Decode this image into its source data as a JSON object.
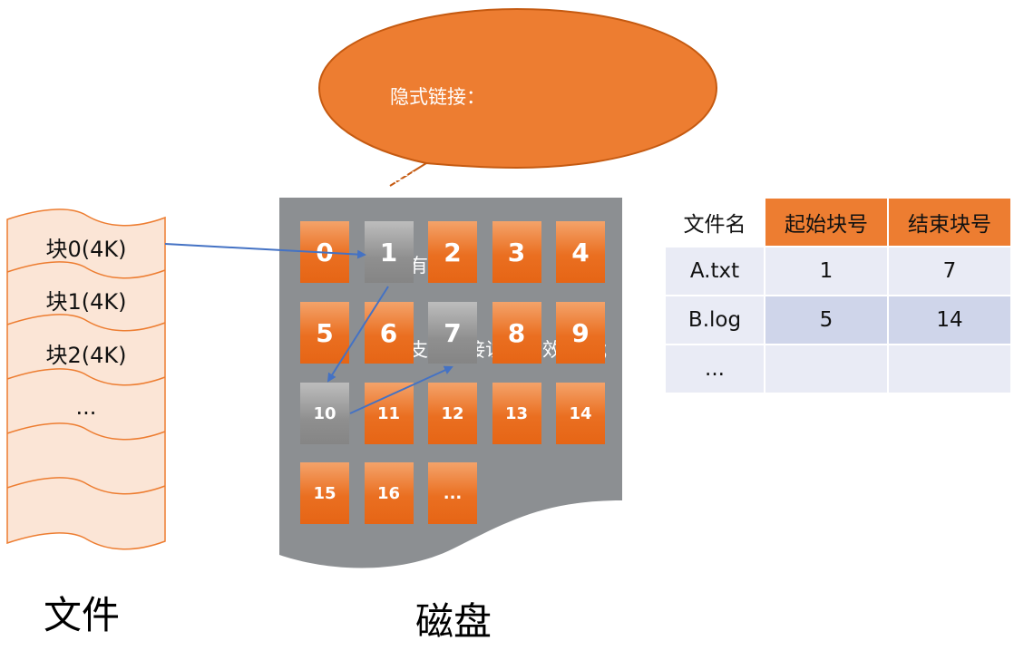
{
  "callout": {
    "lines": [
      "隐式链接：",
      "支持顺序访问，方便拓展，",
      "没有碎片；",
      "不支持直接访问，效率低；"
    ]
  },
  "file": {
    "label": "文件",
    "rows": [
      "块0(4K)",
      "块1(4K)",
      "块2(4K)",
      "...",
      "",
      "",
      ""
    ]
  },
  "disk": {
    "label": "磁盘",
    "blocks": [
      {
        "text": "0",
        "color": "orange"
      },
      {
        "text": "1",
        "color": "gray"
      },
      {
        "text": "2",
        "color": "orange"
      },
      {
        "text": "3",
        "color": "orange"
      },
      {
        "text": "4",
        "color": "orange"
      },
      {
        "text": "5",
        "color": "orange"
      },
      {
        "text": "6",
        "color": "orange"
      },
      {
        "text": "7",
        "color": "gray"
      },
      {
        "text": "8",
        "color": "orange"
      },
      {
        "text": "9",
        "color": "orange"
      },
      {
        "text": "10",
        "color": "gray"
      },
      {
        "text": "11",
        "color": "orange"
      },
      {
        "text": "12",
        "color": "orange"
      },
      {
        "text": "13",
        "color": "orange"
      },
      {
        "text": "14",
        "color": "orange"
      },
      {
        "text": "15",
        "color": "orange"
      },
      {
        "text": "16",
        "color": "orange"
      },
      {
        "text": "...",
        "color": "orange"
      }
    ]
  },
  "table": {
    "headers": [
      "文件名",
      "起始块号",
      "结束块号"
    ],
    "rows": [
      [
        "A.txt",
        "1",
        "7"
      ],
      [
        "B.log",
        "5",
        "14"
      ],
      [
        "...",
        "",
        ""
      ]
    ]
  },
  "colors": {
    "orange": "#ED7D31",
    "gray": "#8C8F92",
    "file_fill": "#FBE5D6",
    "row_light": "#E9EBF5",
    "row_dark": "#CFD5EA",
    "arrow": "#4472C4"
  }
}
